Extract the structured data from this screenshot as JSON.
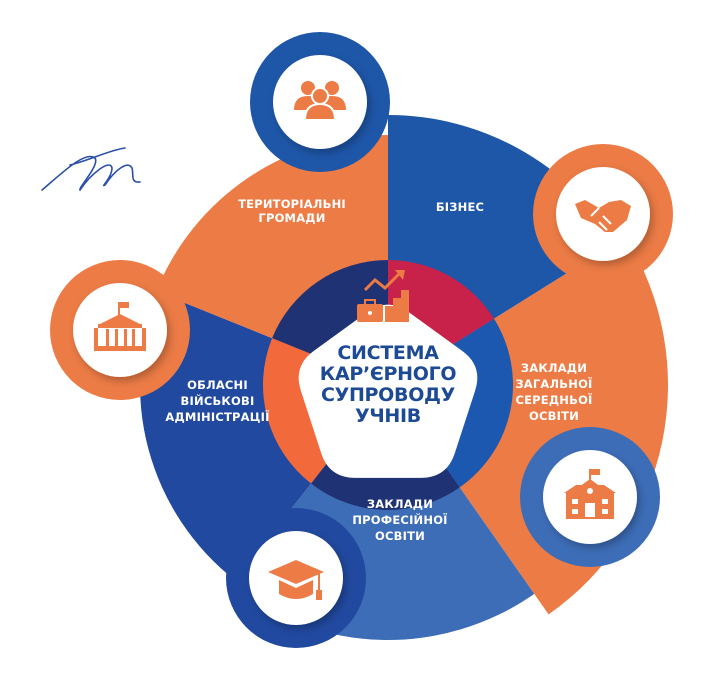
{
  "center": {
    "title_lines": [
      "СИСТЕМА",
      "КАР’ЄРНОГО",
      "СУПРОВОДУ",
      "УЧНІВ"
    ],
    "icon": "career-growth-icon"
  },
  "segments": [
    {
      "id": "territorial",
      "lines": [
        "ТЕРИТОРІАЛЬНІ",
        "ГРОМАДИ"
      ],
      "color": "#1e56a8",
      "icon": "people-group-icon"
    },
    {
      "id": "business",
      "lines": [
        "БІЗНЕС"
      ],
      "color": "#ec7b45",
      "icon": "handshake-icon"
    },
    {
      "id": "general-schools",
      "lines": [
        "ЗАКЛАДИ",
        "ЗАГАЛЬНОЇ",
        "СЕРЕДНЬОЇ",
        "ОСВІТИ"
      ],
      "color": "#3d6db7",
      "icon": "school-building-icon"
    },
    {
      "id": "vocational",
      "lines": [
        "ЗАКЛАДИ",
        "ПРОФЕСІЙНОЇ",
        "ОСВІТИ"
      ],
      "color": "#2149a0",
      "icon": "graduation-cap-icon"
    },
    {
      "id": "regional-admin",
      "lines": [
        "ОБЛАСНІ",
        "ВІЙСЬКОВІ",
        "АДМІНІСТРАЦІЇ"
      ],
      "color": "#ec7b45",
      "icon": "government-building-icon"
    }
  ],
  "colors": {
    "icon_orange": "#ec7b45",
    "center_text": "#1d4a94",
    "signature": "#2a4fa8",
    "ring_navy": "#1f3273",
    "ring_crimson": "#c8214a",
    "ring_blue": "#1c57b0",
    "ring_orange": "#f26a3c"
  }
}
